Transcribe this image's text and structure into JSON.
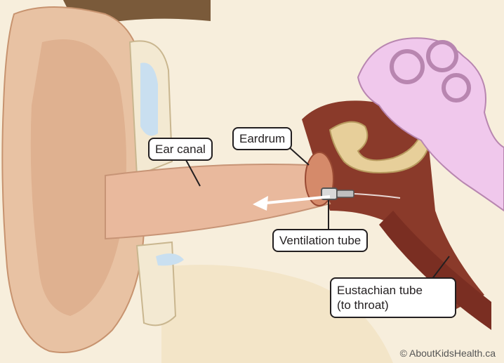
{
  "labels": {
    "ear_canal": "Ear canal",
    "eardrum": "Eardrum",
    "ventilation_tube": "Ventilation tube",
    "eustachian_line1": "Eustachian tube",
    "eustachian_line2": "(to throat)"
  },
  "copyright": "© AboutKidsHealth.ca",
  "colors": {
    "skin": "#e8c2a3",
    "skin_dark": "#d4a07f",
    "canal": "#e9b99d",
    "cartilage": "#f3e9d2",
    "background_tissue": "#f6ecd9",
    "middle_ear": "#8a3a2a",
    "inner_ear": "#f0c8ec",
    "bone": "#e7cf9a",
    "hair": "#7a5a3a",
    "fluid": "#c9dff0"
  }
}
